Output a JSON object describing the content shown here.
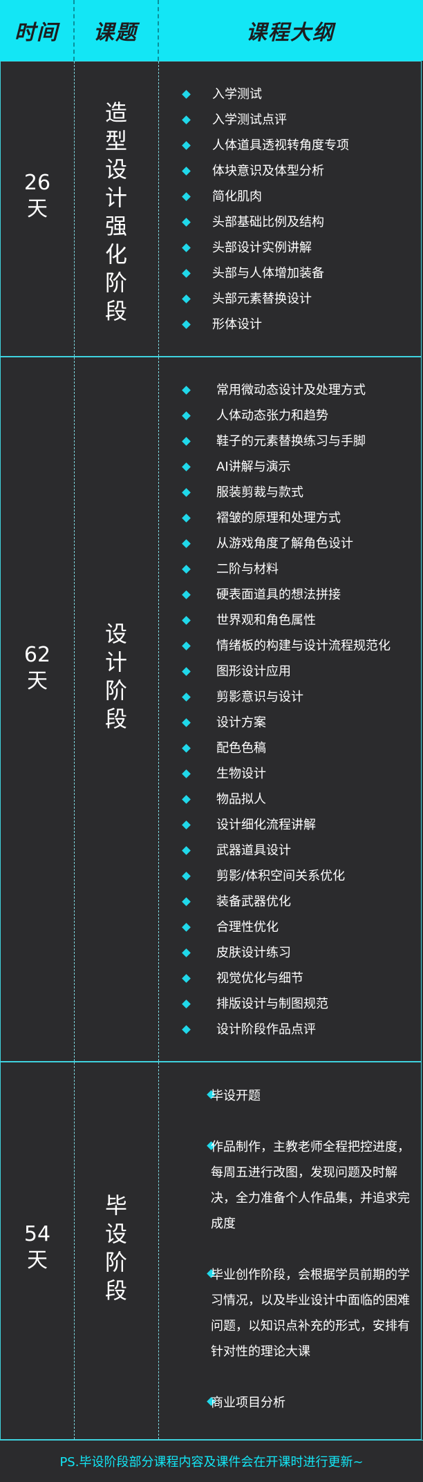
{
  "header": {
    "col_time": "时间",
    "col_topic": "课题",
    "col_outline": "课程大纲"
  },
  "sections": [
    {
      "days": [
        "26",
        "天"
      ],
      "stage": [
        "造",
        "型",
        "设",
        "计",
        "强",
        "化",
        "阶",
        "段"
      ],
      "items": [
        "入学测试",
        "入学测试点评",
        "人体道具透视转角度专项",
        "体块意识及体型分析",
        "简化肌肉",
        "头部基础比例及结构",
        "头部设计实例讲解",
        "头部与人体增加装备",
        "头部元素替换设计",
        "形体设计"
      ]
    },
    {
      "days": [
        "62",
        "天"
      ],
      "stage": [
        "设",
        "计",
        "阶",
        "段"
      ],
      "items": [
        "常用微动态设计及处理方式",
        "人体动态张力和趋势",
        "鞋子的元素替换练习与手脚",
        "AI讲解与演示",
        "服装剪裁与款式",
        "褶皱的原理和处理方式",
        "从游戏角度了解角色设计",
        "二阶与材料",
        "硬表面道具的想法拼接",
        "世界观和角色属性",
        "情绪板的构建与设计流程规范化",
        "图形设计应用",
        "剪影意识与设计",
        "设计方案",
        "配色色稿",
        "生物设计",
        "物品拟人",
        "设计细化流程讲解",
        "武器道具设计",
        "剪影/体积空间关系优化",
        "装备武器优化",
        "合理性优化",
        "皮肤设计练习",
        "视觉优化与细节",
        "排版设计与制图规范",
        "设计阶段作品点评"
      ]
    },
    {
      "days": [
        "54",
        "天"
      ],
      "stage": [
        "毕",
        "设",
        "阶",
        "段"
      ],
      "items": [
        "毕设开题",
        "作品制作，主教老师全程把控进度，每周五进行改图，发现问题及时解决，全力准备个人作品集，并追求完成度",
        "毕业创作阶段，会根据学员前期的学习情况，以及毕业设计中面临的困难问题，以知识点补充的形式，安排有针对性的理论大课",
        "商业项目分析"
      ]
    }
  ],
  "footer": {
    "note": "PS.毕设阶段部分课程内容及课件会在开课时进行更新~"
  },
  "colors": {
    "accent": "#13e6f5",
    "background": "#2b2b2d"
  }
}
